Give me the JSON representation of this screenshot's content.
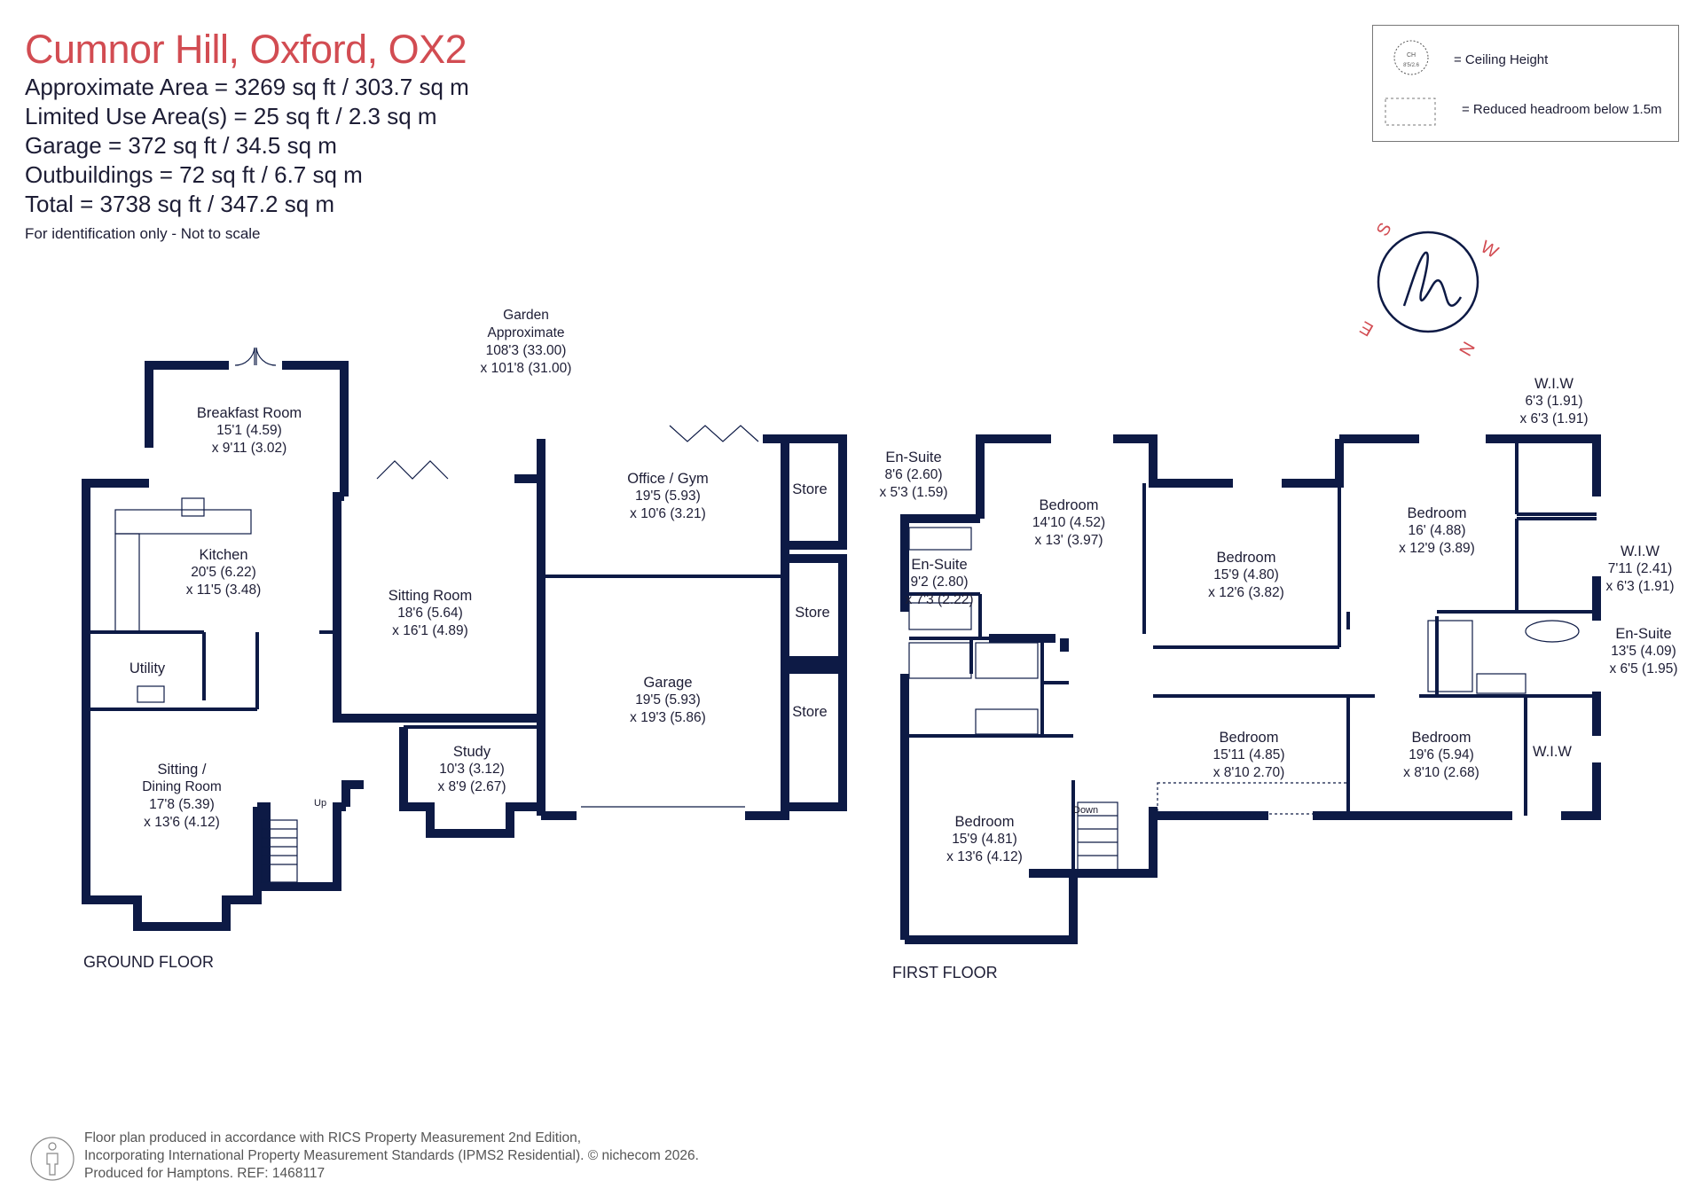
{
  "header": {
    "title": "Cumnor Hill, Oxford, OX2",
    "stats": [
      "Approximate Area = 3269 sq ft / 303.7 sq m",
      "Limited Use Area(s) = 25 sq ft / 2.3 sq m",
      "Garage = 372 sq ft / 34.5 sq m",
      "Outbuildings = 72 sq ft / 6.7 sq m",
      "Total = 3738 sq ft / 347.2 sq m"
    ],
    "note": "For identification only - Not to scale"
  },
  "legend": {
    "ceiling_symbol_top": "CH",
    "ceiling_symbol_bottom": "8'5/2.6",
    "ceiling_label": "= Ceiling Height",
    "reduced_label": "= Reduced headroom below 1.5m"
  },
  "compass": {
    "s": "S",
    "w": "W",
    "n": "N",
    "e": "E"
  },
  "colors": {
    "wall": "#0d1a45",
    "title": "#d24c52",
    "compass": "#d24c52",
    "logo": "#0d1a45"
  },
  "garden": {
    "lines": [
      "Garden",
      "Approximate",
      "108'3 (33.00)",
      "x 101'8 (31.00)"
    ]
  },
  "ground_floor": {
    "label": "GROUND FLOOR",
    "stairs_label": "Up",
    "rooms": [
      {
        "name": "Breakfast Room",
        "dims": [
          "15'1 (4.59)",
          "x 9'11 (3.02)"
        ]
      },
      {
        "name": "Kitchen",
        "dims": [
          "20'5 (6.22)",
          "x 11'5 (3.48)"
        ]
      },
      {
        "name": "Utility",
        "dims": []
      },
      {
        "name": "Sitting /",
        "dims": [
          "Dining Room",
          "17'8 (5.39)",
          "x 13'6 (4.12)"
        ]
      },
      {
        "name": "Sitting Room",
        "dims": [
          "18'6 (5.64)",
          "x 16'1 (4.89)"
        ]
      },
      {
        "name": "Study",
        "dims": [
          "10'3 (3.12)",
          "x 8'9 (2.67)"
        ]
      },
      {
        "name": "Office / Gym",
        "dims": [
          "19'5 (5.93)",
          "x 10'6 (3.21)"
        ]
      },
      {
        "name": "Garage",
        "dims": [
          "19'5 (5.93)",
          "x 19'3 (5.86)"
        ]
      },
      {
        "name": "Store",
        "dims": []
      },
      {
        "name": "Store",
        "dims": []
      },
      {
        "name": "Store",
        "dims": []
      }
    ]
  },
  "first_floor": {
    "label": "FIRST FLOOR",
    "stairs_label": "Down",
    "rooms": [
      {
        "name": "En-Suite",
        "dims": [
          "8'6 (2.60)",
          "x 5'3 (1.59)"
        ]
      },
      {
        "name": "En-Suite",
        "dims": [
          "9'2 (2.80)",
          "x 7'3 (2.22)"
        ]
      },
      {
        "name": "Bedroom",
        "dims": [
          "14'10 (4.52)",
          "x 13' (3.97)"
        ]
      },
      {
        "name": "Bedroom",
        "dims": [
          "15'9 (4.80)",
          "x 12'6 (3.82)"
        ]
      },
      {
        "name": "Bedroom",
        "dims": [
          "16' (4.88)",
          "x 12'9 (3.89)"
        ]
      },
      {
        "name": "W.I.W",
        "dims": [
          "6'3 (1.91)",
          "x 6'3 (1.91)"
        ]
      },
      {
        "name": "W.I.W",
        "dims": [
          "7'11 (2.41)",
          "x 6'3 (1.91)"
        ]
      },
      {
        "name": "En-Suite",
        "dims": [
          "13'5 (4.09)",
          "x 6'5 (1.95)"
        ]
      },
      {
        "name": "Bedroom",
        "dims": [
          "15'11 (4.85)",
          "x 8'10 2.70)"
        ]
      },
      {
        "name": "Bedroom",
        "dims": [
          "19'6 (5.94)",
          "x 8'10 (2.68)"
        ]
      },
      {
        "name": "W.I.W",
        "dims": []
      },
      {
        "name": "Bedroom",
        "dims": [
          "15'9 (4.81)",
          "x 13'6 (4.12)"
        ]
      }
    ]
  },
  "footer": {
    "lines": [
      "Floor plan produced in accordance with RICS Property Measurement 2nd Edition,",
      "Incorporating International Property Measurement Standards (IPMS2 Residential).   © nichecom 2026.",
      "Produced for Hamptons.   REF: 1468117"
    ]
  }
}
